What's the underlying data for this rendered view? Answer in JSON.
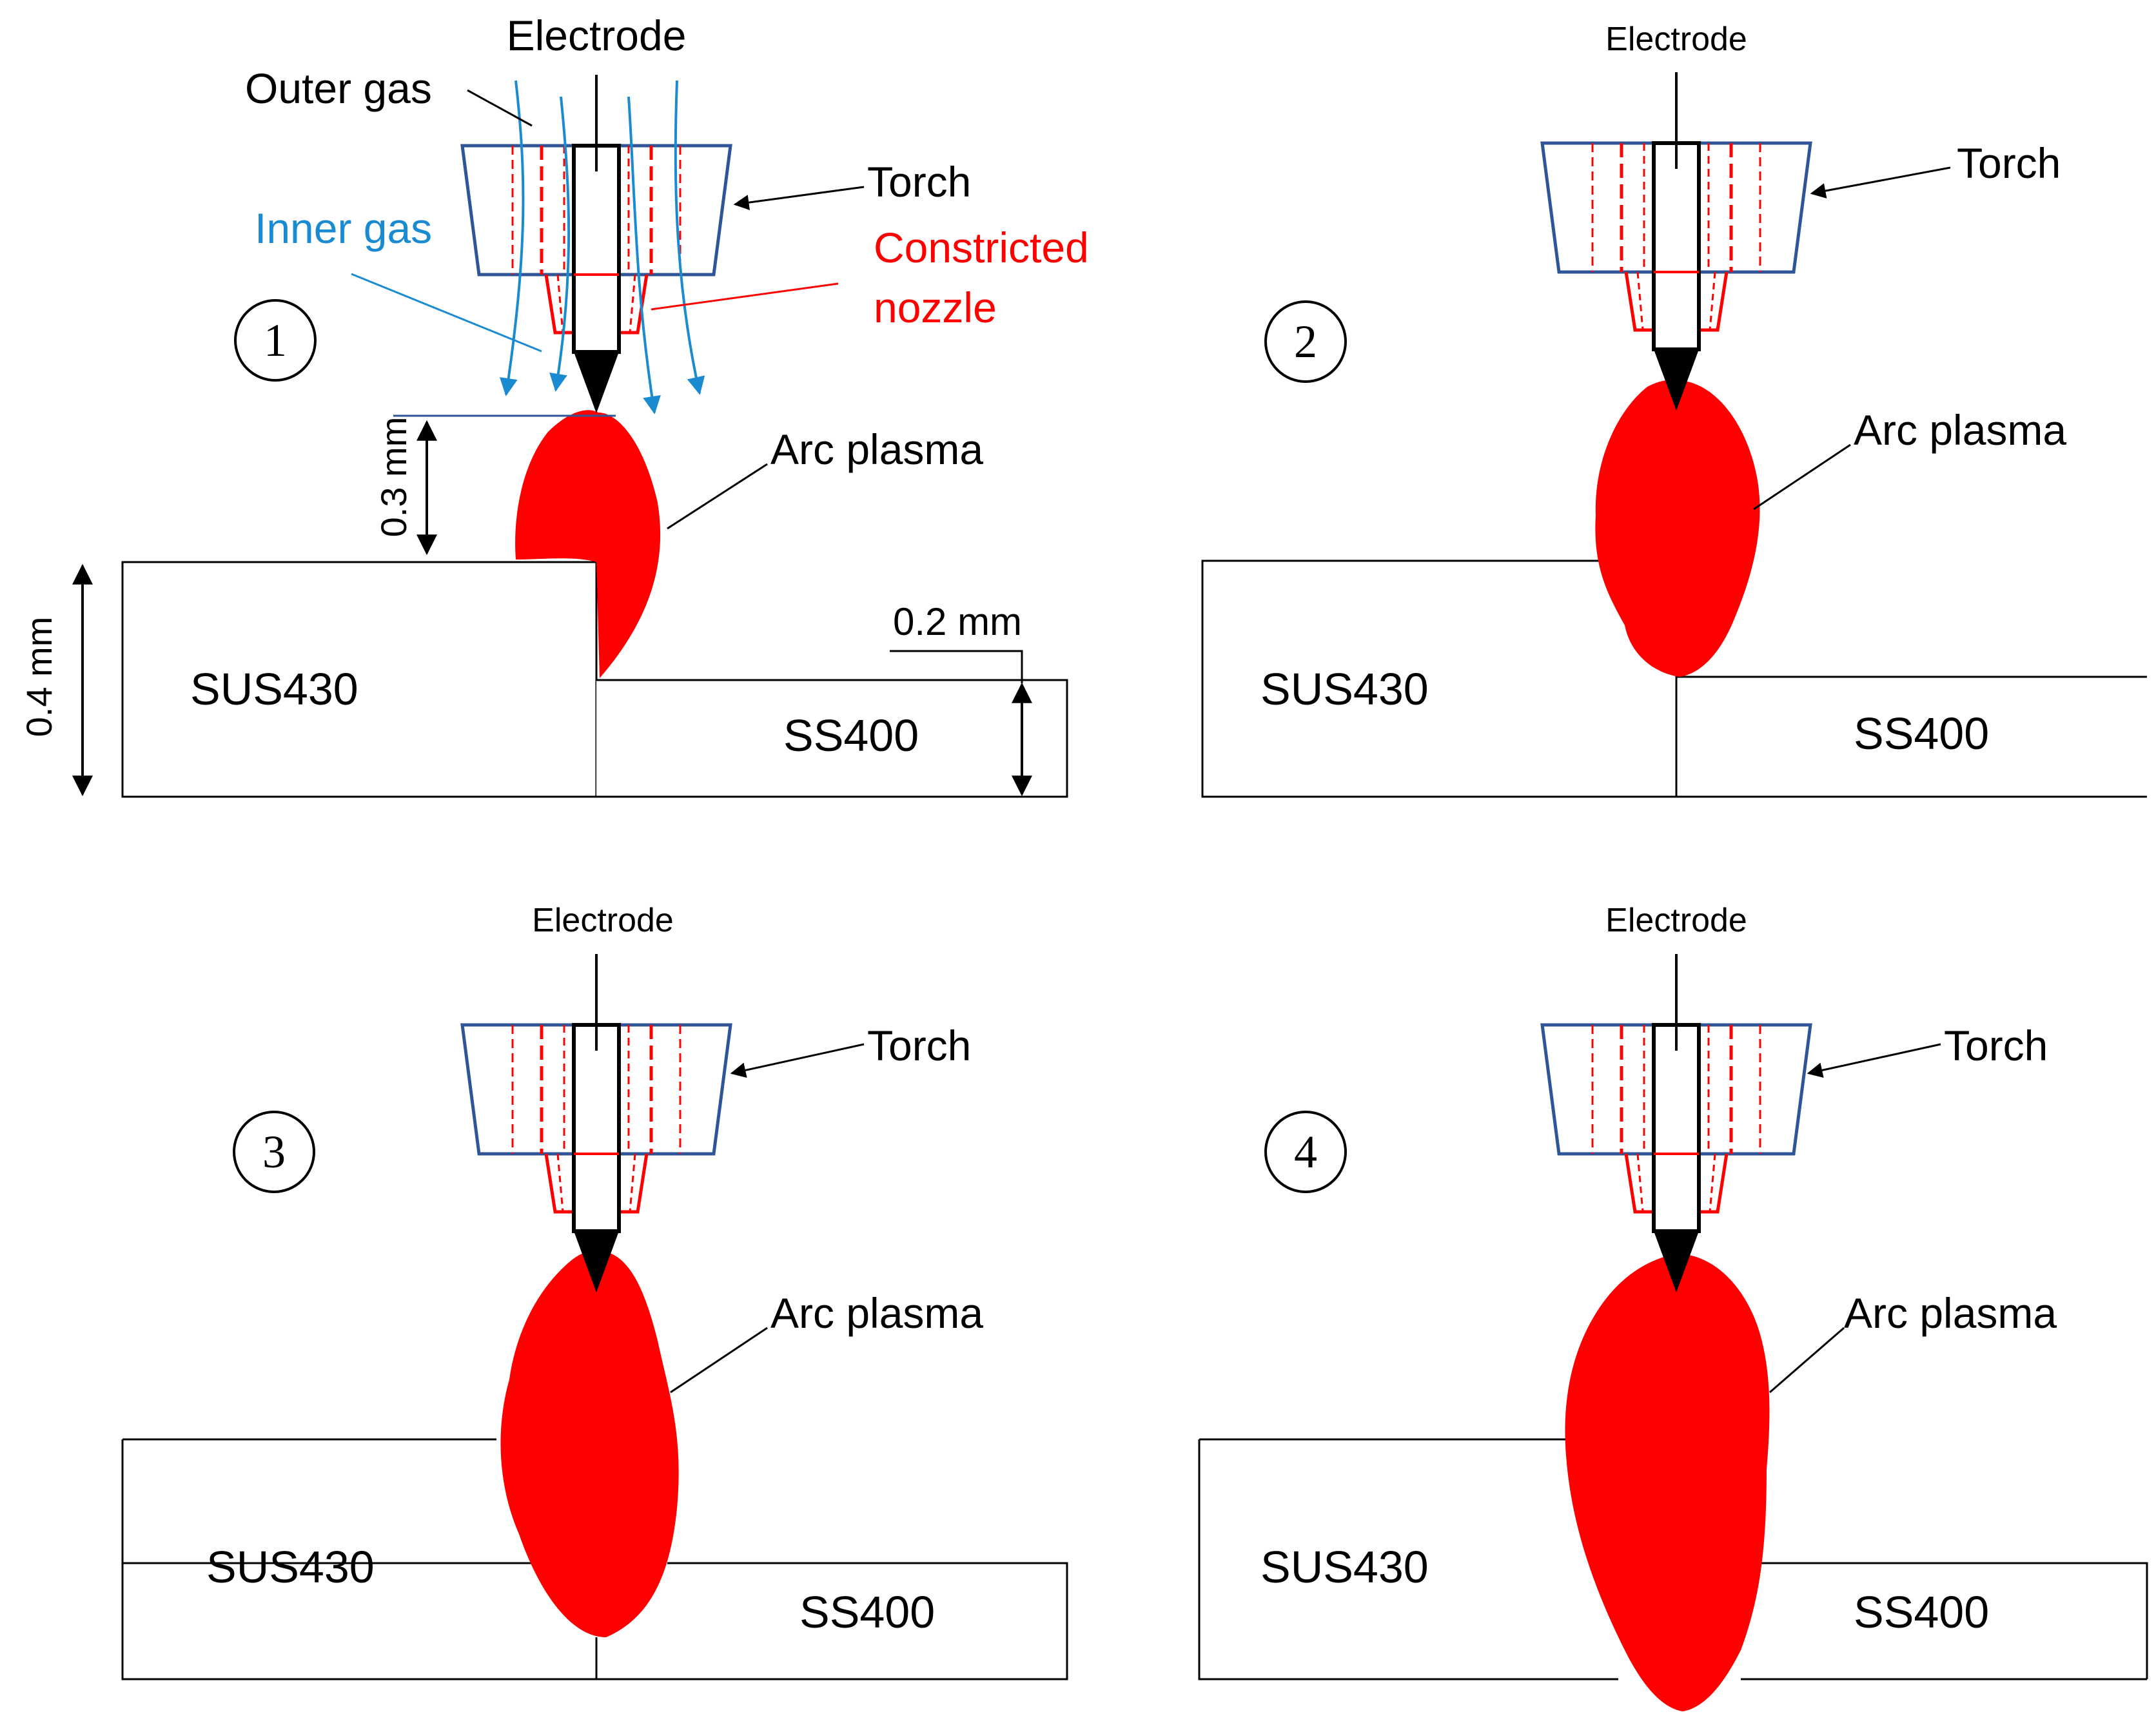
{
  "colors": {
    "arc": "#ff0000",
    "torch": "#2f5597",
    "nozzle": "#ff0000",
    "gas": "#1a8bd1",
    "text": "#000000"
  },
  "panels": [
    {
      "number": "①",
      "electrode_label": "Electrode",
      "torch_label": "Torch",
      "arc_label": "Arc plasma",
      "left_plate": "SUS430",
      "right_plate": "SS400",
      "outer_gas_label": "Outer gas",
      "inner_gas_label": "Inner gas",
      "nozzle_label_line1": "Constricted",
      "nozzle_label_line2": "nozzle",
      "gap_label": "0.3 mm",
      "thickness_label": "0.4 mm",
      "step_label": "0.2 mm"
    },
    {
      "number": "②",
      "electrode_label": "Electrode",
      "torch_label": "Torch",
      "arc_label": "Arc plasma",
      "left_plate": "SUS430",
      "right_plate": "SS400"
    },
    {
      "number": "③",
      "electrode_label": "Electrode",
      "torch_label": "Torch",
      "arc_label": "Arc plasma",
      "left_plate": "SUS430",
      "right_plate": "SS400"
    },
    {
      "number": "④",
      "electrode_label": "Electrode",
      "torch_label": "Torch",
      "arc_label": "Arc plasma",
      "left_plate": "SUS430",
      "right_plate": "SS400"
    }
  ]
}
